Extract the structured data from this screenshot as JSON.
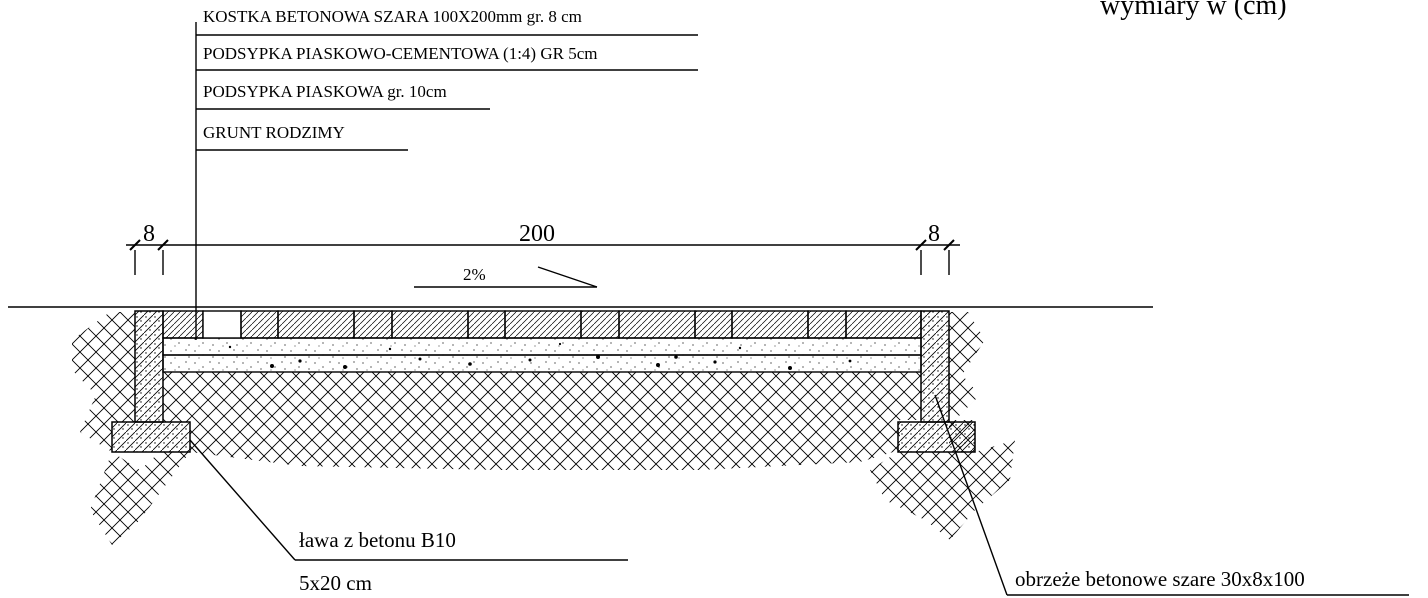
{
  "units_note": "wymiary w (cm)",
  "layers": [
    "KOSTKA BETONOWA SZARA 100X200mm gr. 8 cm",
    "PODSYPKA PIASKOWO-CEMENTOWA (1:4) GR 5cm",
    "PODSYPKA PIASKOWA gr. 10cm",
    "GRUNT RODZIMY"
  ],
  "dimensions": {
    "left_curb": "8",
    "main_width": "200",
    "right_curb": "8"
  },
  "slope": "2%",
  "annotations": {
    "footing_line1": "ława z betonu B10",
    "footing_line2": "5x20 cm",
    "curb": "obrzeże betonowe szare 30x8x100"
  }
}
